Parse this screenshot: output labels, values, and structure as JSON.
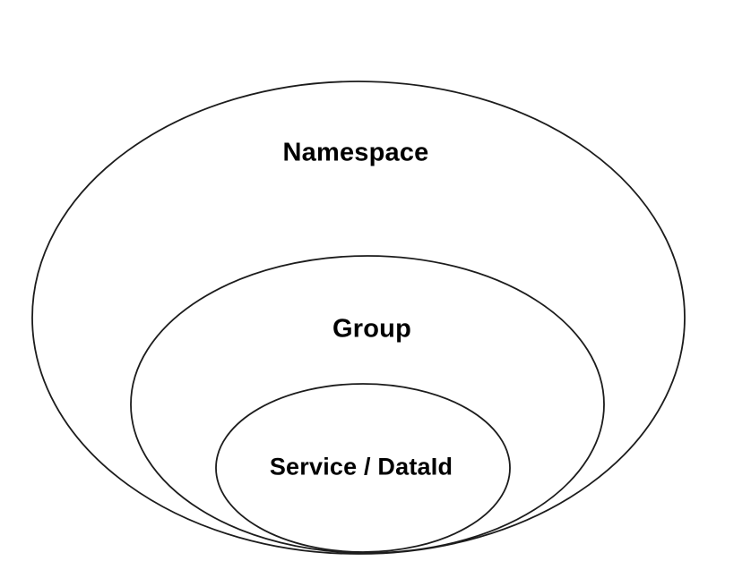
{
  "diagram": {
    "type": "nested-ellipses",
    "description": "Three concentric nested ellipses sharing a common bottom tangent point, representing configuration scoping hierarchy",
    "levels": [
      {
        "label": "Namespace",
        "level": 1
      },
      {
        "label": "Group",
        "level": 2
      },
      {
        "label": "Service / DataId",
        "level": 3
      }
    ],
    "colors": {
      "stroke": "#1c1c1c",
      "background": "#ffffff",
      "text": "#000000"
    }
  }
}
